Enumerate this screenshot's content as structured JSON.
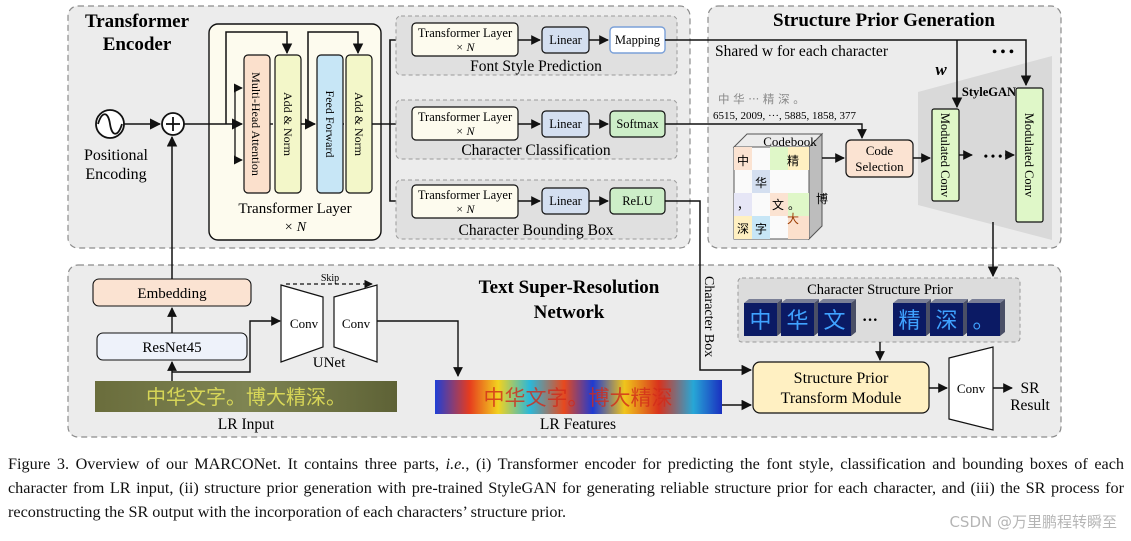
{
  "encoder": {
    "section_title_1": "Transformer",
    "section_title_2": "Encoder",
    "positional_1": "Positional",
    "positional_2": "Encoding",
    "layer_block": {
      "mha": "Multi-Head Attention",
      "add_norm_1": "Add & Norm",
      "feed_forward": "Feed Forward",
      "add_norm_2": "Add & Norm",
      "label": "Transformer Layer",
      "repeat": "× N"
    },
    "heads": [
      {
        "transformer": "Transformer Layer",
        "repeat": "× N",
        "linear": "Linear",
        "out": "Mapping",
        "title": "Font Style Prediction"
      },
      {
        "transformer": "Transformer Layer",
        "repeat": "× N",
        "linear": "Linear",
        "out": "Softmax",
        "title": "Character Classification"
      },
      {
        "transformer": "Transformer Layer",
        "repeat": "× N",
        "linear": "Linear",
        "out": "ReLU",
        "title": "Character Bounding Box"
      }
    ]
  },
  "prior": {
    "title": "Structure Prior Generation",
    "shared_w": "Shared w for each character",
    "ellipsis_top": "• • •",
    "w_symbol": "w",
    "stylegan": "StyleGAN",
    "chars_line": "中  华  ···  精  深  。",
    "indices_line": "6515, 2009, ···, 5885, 1858, 377",
    "codebook": "Codebook",
    "codebook_cells": [
      "中",
      "精",
      "华",
      "，",
      "文",
      "。",
      "博",
      "大",
      "深",
      "字"
    ],
    "code_selection_1": "Code",
    "code_selection_2": "Selection",
    "modulated_conv": "Modulated Conv",
    "dots": "• • •"
  },
  "sr": {
    "title_1": "Text Super-Resolution",
    "title_2": "Network",
    "embedding": "Embedding",
    "resnet": "ResNet45",
    "skip": "Skip",
    "conv_left": "Conv",
    "conv_right": "Conv",
    "unet": "UNet",
    "lr_input_text": "中华文字。博大精深。",
    "lr_input_label": "LR Input",
    "lr_features_label": "LR Features",
    "lr_features_text": "中华文字。博大精深",
    "char_box_label": "Character Box",
    "structure_prior_title": "Character Structure Prior",
    "prior_chars": [
      "中",
      "华",
      "文",
      "精",
      "深",
      "。"
    ],
    "prior_dots": "···",
    "transform_1": "Structure Prior",
    "transform_2": "Transform Module",
    "conv_out": "Conv",
    "sr_1": "SR",
    "sr_2": "Result"
  },
  "caption": {
    "pre": "Figure 3. Overview of our MARCONet. It contains three parts, ",
    "ie": "i.e.",
    "post": ", (i) Transformer encoder for predicting the font style, classification and bounding boxes of each character from LR input, (ii) structure prior generation with pre-trained StyleGAN for generating reliable structure prior for each character, and (iii) the SR process for reconstructing the SR output with the incorporation of each characters’ structure prior."
  },
  "watermark": "CSDN @万里鹏程转瞬至",
  "colors": {
    "panel_fill": "#ececec",
    "panel_stroke": "#8c8c8c",
    "mha_fill": "#fbe0cc",
    "addnorm_fill": "#f3f7c9",
    "ff_fill": "#c7e6f6",
    "linear_fill": "#d4dff0",
    "green_fill": "#cdeec8",
    "mapping_stroke": "#7aa0d8",
    "embedding_fill": "#fbe3d2",
    "transform_fill": "#fff0c2",
    "modulated_fill": "#dff7c8",
    "prior_tile": "#0b1a64"
  }
}
